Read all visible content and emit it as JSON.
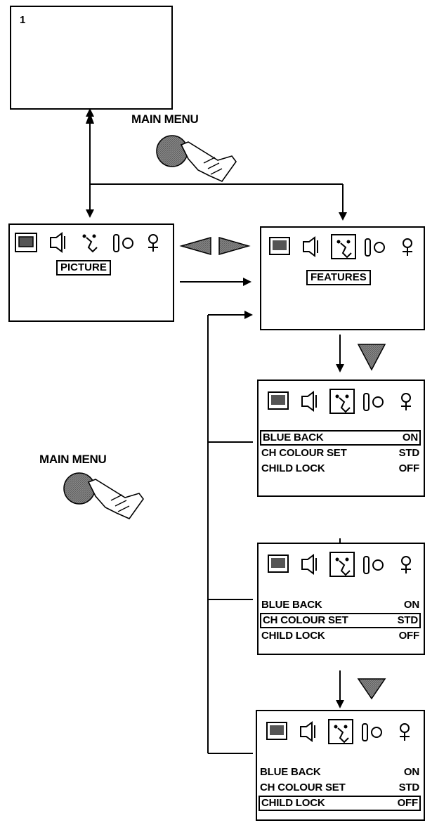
{
  "screen1": {
    "number": "1"
  },
  "main_menu_top": {
    "label": "MAIN MENU"
  },
  "main_menu_side": {
    "label": "MAIN MENU"
  },
  "picture_menu": {
    "title": "PICTURE"
  },
  "features_menu": {
    "title": "FEATURES"
  },
  "icons": [
    "picture-icon",
    "sound-icon",
    "features-icon",
    "setup-icon",
    "tuning-icon"
  ],
  "submenus": [
    {
      "rows": [
        {
          "name": "BLUE BACK",
          "value": "ON"
        },
        {
          "name": "CH COLOUR SET",
          "value": "STD"
        },
        {
          "name": "CHILD LOCK",
          "value": "OFF"
        }
      ],
      "selected": 0
    },
    {
      "rows": [
        {
          "name": "BLUE BACK",
          "value": "ON"
        },
        {
          "name": "CH COLOUR SET",
          "value": "STD"
        },
        {
          "name": "CHILD LOCK",
          "value": "OFF"
        }
      ],
      "selected": 1
    },
    {
      "rows": [
        {
          "name": "BLUE BACK",
          "value": "ON"
        },
        {
          "name": "CH COLOUR SET",
          "value": "STD"
        },
        {
          "name": "CHILD LOCK",
          "value": "OFF"
        }
      ],
      "selected": 2
    }
  ]
}
